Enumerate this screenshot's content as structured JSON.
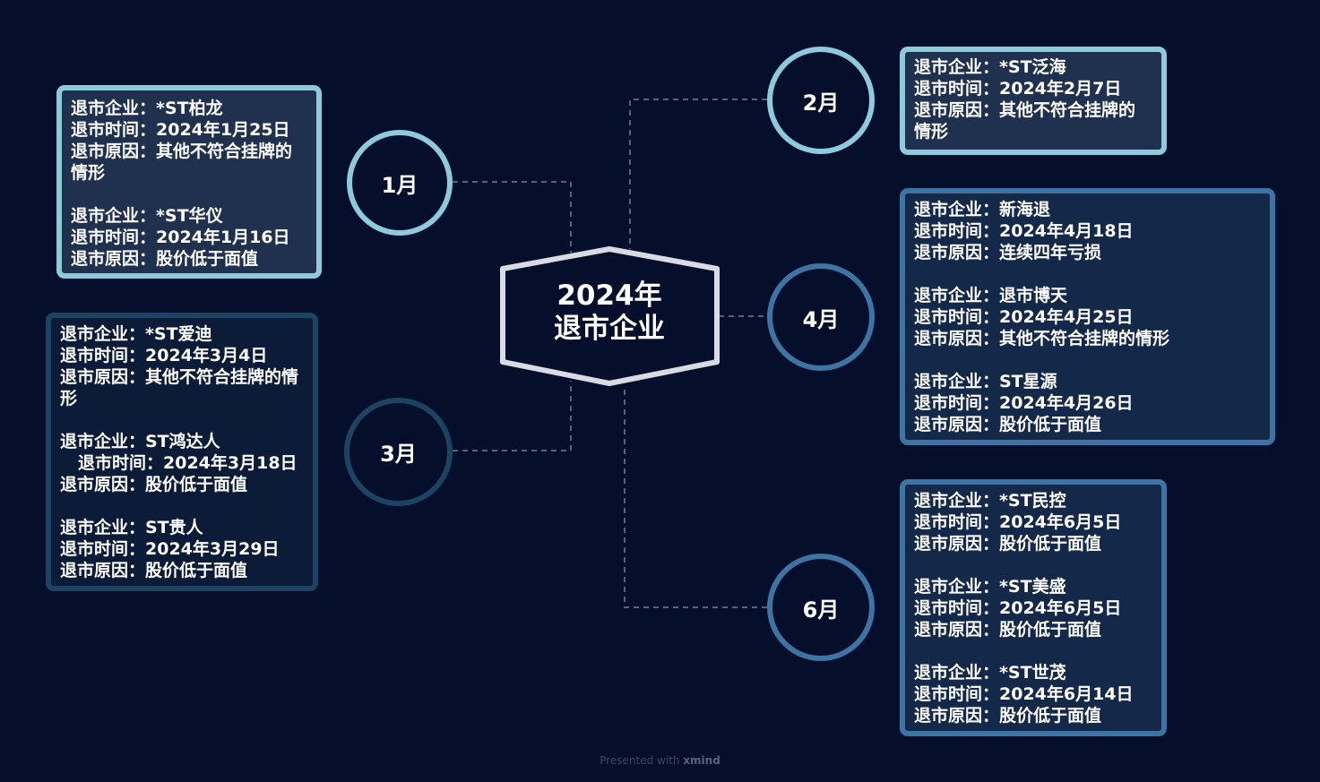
{
  "colors": {
    "background": "#050f2b",
    "jan": "#8ec9dd",
    "feb": "#8ec9dd",
    "mar": "#1c4361",
    "apr": "#3d74a3",
    "jun": "#3d74a3",
    "center": "#d7dce4",
    "connector": "#51647f"
  },
  "center": {
    "line1": "2024年",
    "line2": "退市企业"
  },
  "months": {
    "jan": "1月",
    "feb": "2月",
    "mar": "3月",
    "apr": "4月",
    "jun": "6月"
  },
  "jan": {
    "l1": "退市企业：*ST柏龙",
    "l2": "退市时间：2024年1月25日",
    "l3": "退市原因：其他不符合挂牌的",
    "l4": "情形",
    "l5": "退市企业：*ST华仪",
    "l6": "退市时间：2024年1月16日",
    "l7": "退市原因：股价低于面值"
  },
  "feb": {
    "l1": "退市企业：*ST泛海",
    "l2": "退市时间：2024年2月7日",
    "l3": "退市原因：其他不符合挂牌的",
    "l4": "情形"
  },
  "mar": {
    "l1": "退市企业：*ST爱迪",
    "l2": "退市时间：2024年3月4日",
    "l3": "退市原因：其他不符合挂牌的情",
    "l4": "形",
    "l5": "退市企业：ST鸿达人",
    "l6": "退市时间：2024年3月18日",
    "l7": "退市原因：股价低于面值",
    "l8": "退市企业：ST贵人",
    "l9": "退市时间：2024年3月29日",
    "l10": "退市原因：股价低于面值"
  },
  "apr": {
    "l1": "退市企业：新海退",
    "l2": "退市时间：2024年4月18日",
    "l3": "退市原因：连续四年亏损",
    "l4": "退市企业：退市博天",
    "l5": "退市时间：2024年4月25日",
    "l6": "退市原因：其他不符合挂牌的情形",
    "l7": "退市企业：ST星源",
    "l8": "退市时间：2024年4月26日",
    "l9": "退市原因：股价低于面值"
  },
  "jun": {
    "l1": "退市企业：*ST民控",
    "l2": "退市时间：2024年6月5日",
    "l3": "退市原因：股价低于面值",
    "l4": "退市企业：*ST美盛",
    "l5": "退市时间：2024年6月5日",
    "l6": "退市原因：股价低于面值",
    "l7": "退市企业：*ST世茂",
    "l8": "退市时间：2024年6月14日",
    "l9": "退市原因：股价低于面值"
  },
  "footer": {
    "prefix": "Presented with ",
    "brand": "xmind"
  }
}
